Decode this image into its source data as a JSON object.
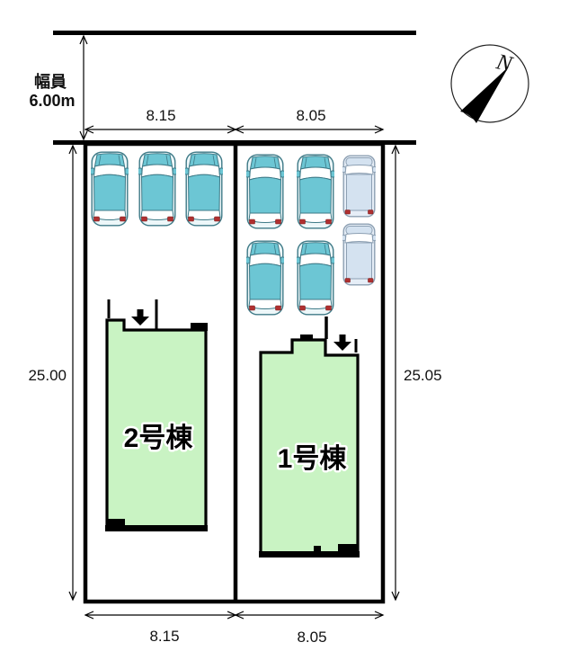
{
  "site_plan": {
    "road": {
      "width_label_line1": "幅員",
      "width_label_line2": "6.00m"
    },
    "compass": {
      "north_label": "N"
    },
    "dimensions": {
      "top_lot2_width": "8.15",
      "top_lot1_width": "8.05",
      "left_depth": "25.00",
      "right_depth": "25.05",
      "bottom_lot2_width": "8.15",
      "bottom_lot1_width": "8.05"
    },
    "buildings": {
      "building2_label": "2号棟",
      "building1_label": "1号棟"
    },
    "colors": {
      "line": "#000000",
      "building_fill": "#c9f3c3",
      "car_body": "#6cc6d4",
      "car_light": "#edf7f9",
      "car_outline": "#3e7a87",
      "van_body": "#d4e2f0",
      "van_light": "#e6eef7",
      "van_outline": "#8da0b3",
      "taillight": "#b03030"
    }
  }
}
